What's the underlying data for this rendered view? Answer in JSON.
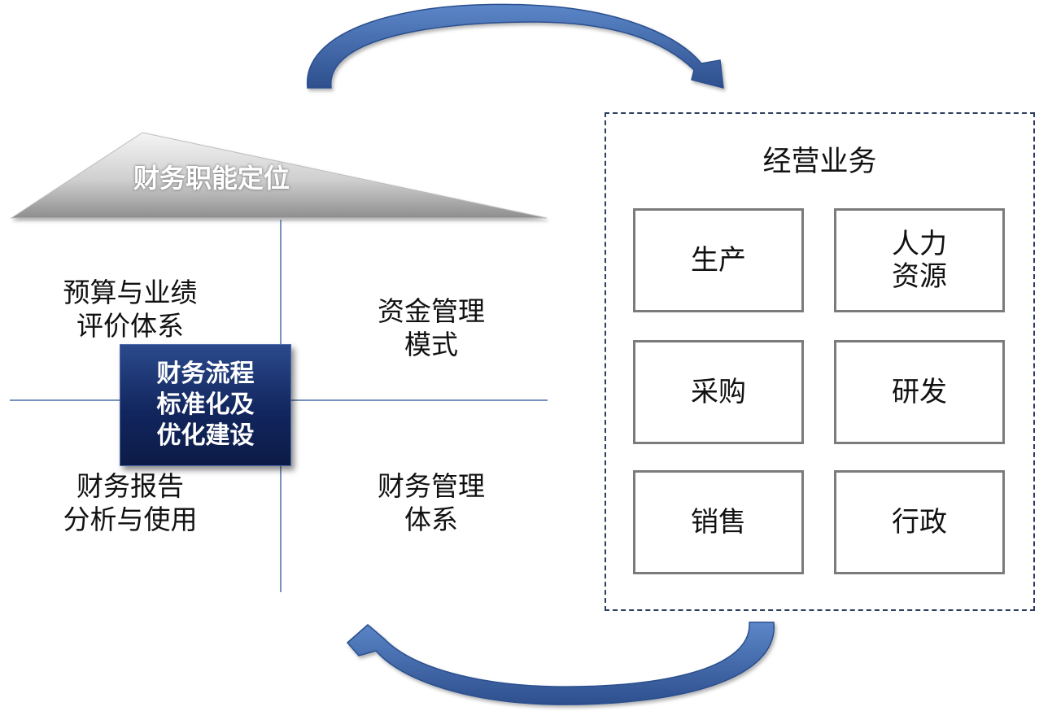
{
  "roof": {
    "title": "财务职能定位"
  },
  "center": {
    "lines": [
      "财务流程",
      "标准化及",
      "优化建设"
    ]
  },
  "quadrants": {
    "top_left": {
      "lines": [
        "预算与业绩",
        "评价体系"
      ]
    },
    "top_right": {
      "lines": [
        "资金管理",
        "模式"
      ]
    },
    "bottom_left": {
      "lines": [
        "财务报告",
        "分析与使用"
      ]
    },
    "bottom_right": {
      "lines": [
        "财务管理",
        "体系"
      ]
    }
  },
  "business": {
    "title": "经营业务",
    "cells": [
      {
        "lines": [
          "生产"
        ]
      },
      {
        "lines": [
          "人力",
          "资源"
        ]
      },
      {
        "lines": [
          "采购"
        ]
      },
      {
        "lines": [
          "研发"
        ]
      },
      {
        "lines": [
          "销售"
        ]
      },
      {
        "lines": [
          "行政"
        ]
      }
    ]
  },
  "colors": {
    "arrow": "#3f6ab0",
    "arrow_dark": "#2c4f8f",
    "center_box": "#12265e",
    "axis": "#4a6fa8"
  }
}
